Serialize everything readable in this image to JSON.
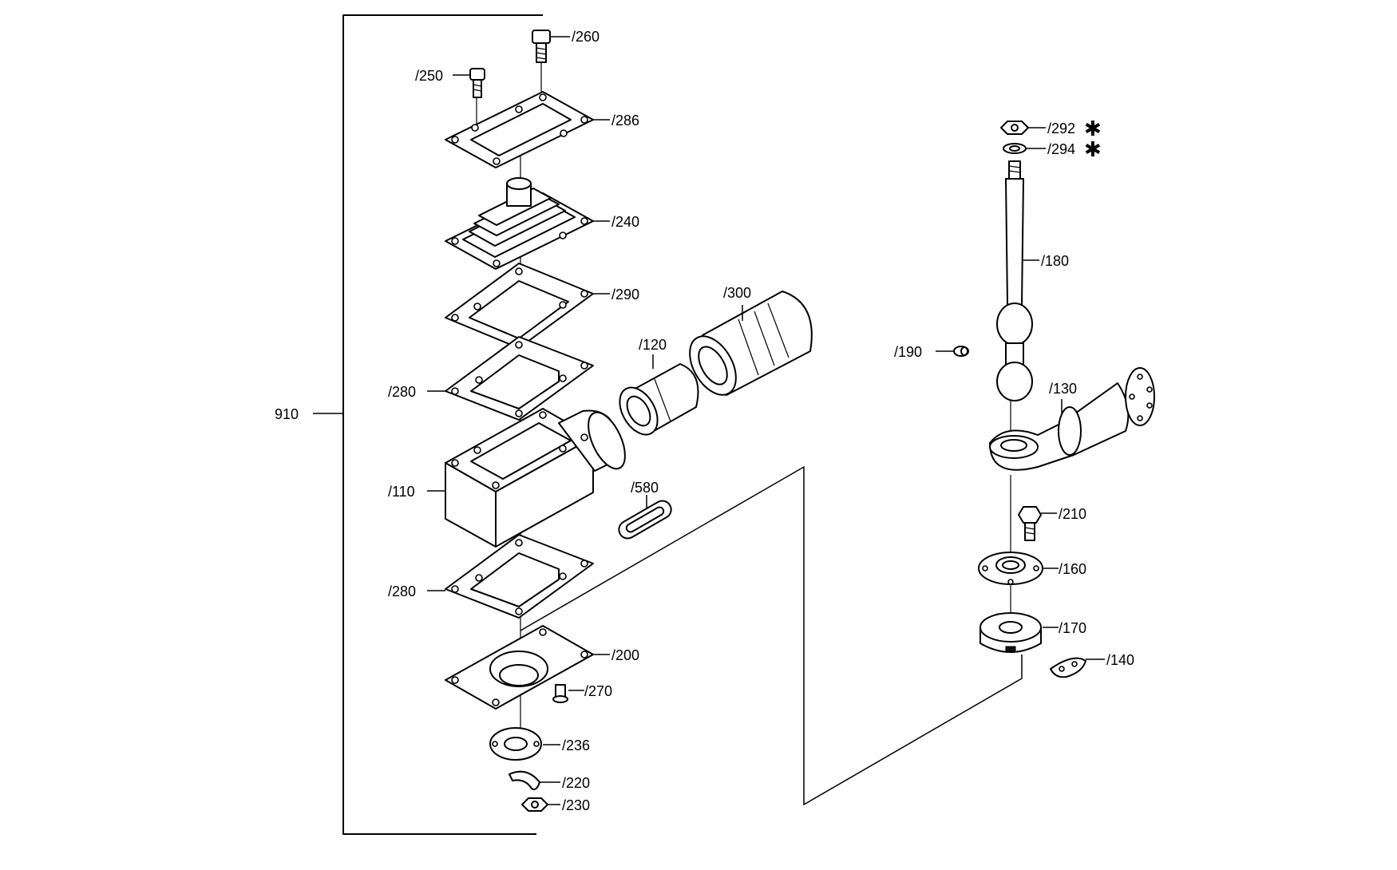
{
  "labels": {
    "assembly": "910",
    "p260": "/260",
    "p250": "/250",
    "p286": "/286",
    "p240": "/240",
    "p290": "/290",
    "p280_top": "/280",
    "p110": "/110",
    "p280_bottom": "/280",
    "p200": "/200",
    "p270": "/270",
    "p236": "/236",
    "p220": "/220",
    "p230": "/230",
    "p300": "/300",
    "p120": "/120",
    "p580": "/580",
    "p292": "/292",
    "p294": "/294",
    "p180": "/180",
    "p190": "/190",
    "p130": "/130",
    "p210": "/210",
    "p160": "/160",
    "p170": "/170",
    "p140": "/140"
  },
  "markers": {
    "p292_mark": "✱",
    "p294_mark": "✱"
  }
}
